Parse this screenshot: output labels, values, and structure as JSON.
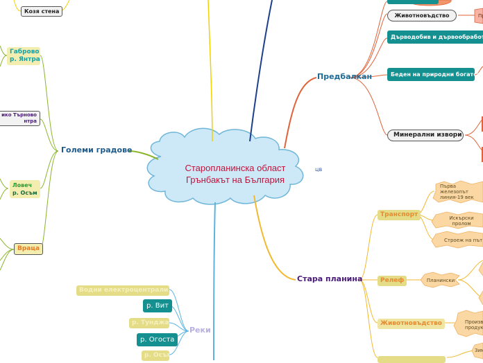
{
  "central": {
    "line1": "Старопланинска област",
    "line2": "Грънбакът на България",
    "note": "цв"
  },
  "branches": {
    "predbalkan": "Предбалкан",
    "stara_planina": "Стара планина",
    "golemi_gradove": "Големи градове",
    "reki": "Реки"
  },
  "top_left": {
    "koza_stena": "Козя стена"
  },
  "cities": [
    {
      "line1": "Габрово",
      "line2": "р. Янтра"
    },
    {
      "line1": "ико Търново",
      "line2": "нтра"
    },
    {
      "line1": "Ловеч",
      "line2": "р. Осъм"
    },
    {
      "line1": "Враца",
      "line2": ""
    }
  ],
  "predbalkan_items": {
    "zhivotnovadstvo": "Животновъдство",
    "zhivot_child": "Пр",
    "darvodobiv": "Дърводобив и дървообработване",
    "beden": "Беден на природни богатства",
    "mineralni": "Минерални извори"
  },
  "stara_items": {
    "transport": "Транспорт",
    "relef": "Релеф",
    "zhivotnovadstvo": "Животновъдство",
    "transport_children": [
      "Първа железопът линия-19 век",
      "Искърски пролом",
      "Строеж на път"
    ],
    "relef_child": "Планински",
    "zhivot_child": "Произв продук",
    "bottom_child": "Зим"
  },
  "reki_items": {
    "blur1": "Водни електроцентрали",
    "vit": "р. Вит",
    "blur2": "р. Тунджа",
    "ogosta": "р. Огоста",
    "blur3": "р. Осъм"
  },
  "colors": {
    "central_fill": "#cde9f7",
    "central_text": "#c0143c",
    "predbalkan": "#e0623a",
    "stara": "#f2b92e",
    "golemi": "#8ab42a",
    "reki": "#5ab4e0",
    "top": "#1e3f8c"
  }
}
